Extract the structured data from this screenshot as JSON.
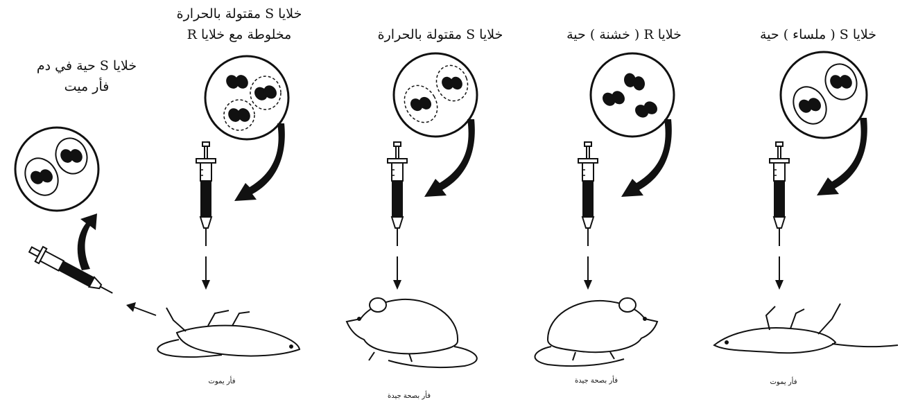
{
  "labels": {
    "panel1_top_line1": "خلايا S مقتولة بالحرارة",
    "panel1_top_line2": "مخلوطة مع خلايا R",
    "panel2_top": "خلايا S مقتولة بالحرارة",
    "panel3_top": "خلايا R ( خشنة ) حية",
    "panel4_top": "خلايا S ( ملساء ) حية",
    "result_line1": "خلايا S حية في دم",
    "result_line2": "فأر ميت"
  },
  "captions": {
    "panel1": "فأر يموت",
    "panel2": "فأر بصحة جيدة",
    "panel3": "فأر بصحة جيدة",
    "panel4": "فأر يموت"
  },
  "colors": {
    "ink": "#111111",
    "background": "#ffffff"
  }
}
